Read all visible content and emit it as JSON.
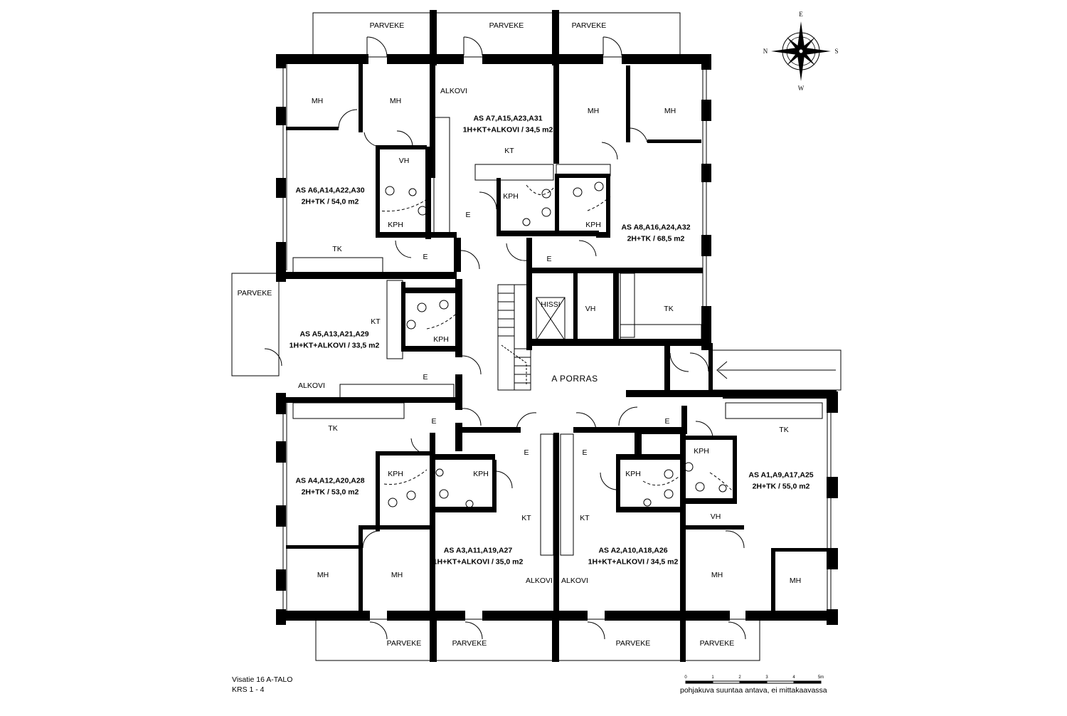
{
  "apartments": {
    "a7": {
      "code": "AS A7,A15,A23,A31",
      "type": "1H+KT+ALKOVI / 34,5 m2"
    },
    "a6": {
      "code": "AS A6,A14,A22,A30",
      "type": "2H+TK / 54,0 m2"
    },
    "a8": {
      "code": "AS A8,A16,A24,A32",
      "type": "2H+TK / 68,5 m2"
    },
    "a5": {
      "code": "AS A5,A13,A21,A29",
      "type": "1H+KT+ALKOVI / 33,5 m2"
    },
    "a4": {
      "code": "AS A4,A12,A20,A28",
      "type": "2H+TK / 53,0 m2"
    },
    "a1": {
      "code": "AS A1,A9,A17,A25",
      "type": "2H+TK / 55,0 m2"
    },
    "a3": {
      "code": "AS A3,A11,A19,A27",
      "type": "1H+KT+ALKOVI / 35,0 m2"
    },
    "a2": {
      "code": "AS A2,A10,A18,A26",
      "type": "1H+KT+ALKOVI / 34,5 m2"
    }
  },
  "rooms": {
    "parveke": "PARVEKE",
    "mh": "MH",
    "alkovi": "ALKOVI",
    "kt": "KT",
    "tk": "TK",
    "vh": "VH",
    "kph": "KPH",
    "e": "E",
    "hissi": "HISSI"
  },
  "stairwell": "A  PORRAS",
  "compass": {
    "n": "N",
    "s": "S",
    "e": "E",
    "w": "W"
  },
  "footer": {
    "address": "Visatie 16 A-TALO",
    "floors": "KRS 1 - 4",
    "disclaimer": "pohjakuva suuntaa antava, ei mittakaavassa"
  },
  "scale": {
    "ticks": [
      "0",
      "1",
      "2",
      "3",
      "4",
      "5m"
    ]
  }
}
